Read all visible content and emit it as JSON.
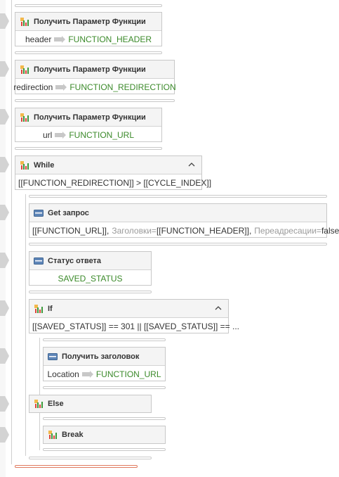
{
  "blocks": {
    "get_param_header": {
      "title": "Получить Параметр Функции",
      "name": "header",
      "target": "FUNCTION_HEADER"
    },
    "get_param_redirection": {
      "title": "Получить Параметр Функции",
      "name": "redirection",
      "target": "FUNCTION_REDIRECTION"
    },
    "get_param_url": {
      "title": "Получить Параметр Функции",
      "name": "url",
      "target": "FUNCTION_URL"
    },
    "while": {
      "title": "While",
      "condition": "[[FUNCTION_REDIRECTION]] > [[CYCLE_INDEX]]"
    },
    "get_request": {
      "title": "Get запрос",
      "url": "[[FUNCTION_URL]],",
      "headers_label": "Заголовки=",
      "headers_value": "[[FUNCTION_HEADER]],",
      "redirects_label": "Переадресации=",
      "redirects_value": "false"
    },
    "response_status": {
      "title": "Статус ответа",
      "value": "SAVED_STATUS"
    },
    "if": {
      "title": "If",
      "condition": "[[SAVED_STATUS]] == 301 || [[SAVED_STATUS]] == ..."
    },
    "get_header": {
      "title": "Получить заголовок",
      "name": "Location",
      "target": "FUNCTION_URL"
    },
    "else": {
      "title": "Else"
    },
    "break": {
      "title": "Break"
    }
  },
  "icons": {
    "function_block": "function-chart-icon",
    "http_block": "http-icon",
    "collapse": "chevron-up-icon",
    "assign": "assign-arrow-icon"
  },
  "colors": {
    "variable": "#3b8a2a",
    "secondary": "#9a9a9a",
    "end_marker": "#e07b60"
  }
}
